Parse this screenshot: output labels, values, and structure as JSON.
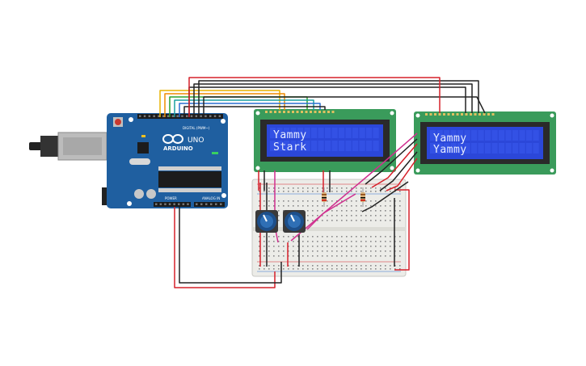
{
  "canvas": {
    "background": "#ffffff"
  },
  "colors": {
    "arduino_board": "#1f5fa0",
    "lcd_pcb": "#3a9b5b",
    "lcd_screen": "#2b47d9",
    "lcd_text": "#e8eeff",
    "breadboard": "#ecece8",
    "wire_red": "#d6202a",
    "wire_black": "#222222",
    "wire_magenta": "#d02f8f",
    "wire_yellow": "#e8b400",
    "wire_orange": "#f08c00",
    "wire_green": "#2ca02c",
    "wire_teal": "#1aa0a0",
    "wire_blue": "#2a6fd1",
    "pot_knob": "#1d4f8a"
  },
  "arduino": {
    "brand": "ARDUINO",
    "model": "UNO",
    "digital_label": "DIGITAL (PWM~)",
    "power_label": "POWER",
    "analog_label": "ANALOG IN",
    "logo_icon": "infinity-icon",
    "usb_icon": "usb-connector-icon"
  },
  "lcd1": {
    "line1": "Yammy",
    "line2": "Stark"
  },
  "lcd2": {
    "line1": "Yammy",
    "line2": "Yammy"
  },
  "potentiometers": [
    {
      "icon": "potentiometer-icon"
    },
    {
      "icon": "potentiometer-icon"
    }
  ],
  "resistors": [
    {
      "icon": "resistor-icon"
    },
    {
      "icon": "resistor-icon"
    }
  ]
}
